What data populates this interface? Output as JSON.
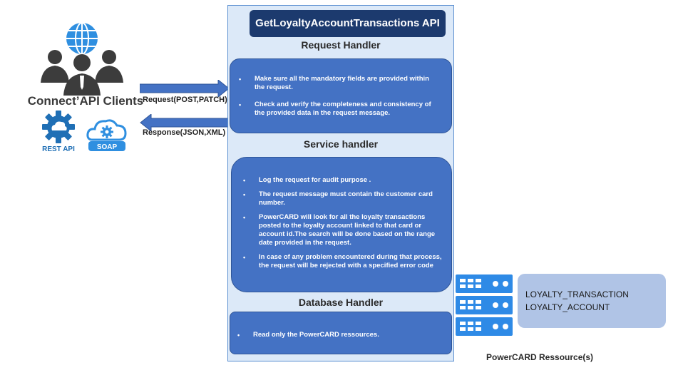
{
  "clients": {
    "title": "Connect’API Clients",
    "rest_label": "REST API",
    "soap_label": "SOAP"
  },
  "arrows": {
    "request_label": "Request(POST,PATCH)",
    "response_label": "Response(JSON,XML)"
  },
  "api": {
    "title": "GetLoyaltyAccountTransactions API",
    "sections": [
      {
        "title": "Request Handler",
        "bullets": [
          "Make sure all the mandatory fields are provided within the request.",
          "Check and verify the completeness and consistency of the provided data in the request message."
        ]
      },
      {
        "title": "Service handler",
        "bullets": [
          "Log the request for audit purpose .",
          "The request message must contain the customer card number.",
          "PowerCARD will look for all the loyalty transactions posted to the loyalty account linked to that card or account id.The search will be done based on the range date provided in the request.",
          "In case of any problem encountered during that process, the request will be rejected with a specified error code"
        ]
      },
      {
        "title": "Database Handler",
        "bullets": [
          "Read only the PowerCARD ressources."
        ]
      }
    ]
  },
  "database": {
    "tables": [
      "LOYALTY_TRANSACTION",
      "LOYALTY_ACCOUNT"
    ],
    "caption": "PowerCARD Ressource(s)"
  },
  "colors": {
    "panel_bg": "#dce9f8",
    "box_bg": "#4472c4",
    "title_bg": "#1c3a6e",
    "arrow": "#4472c4",
    "db_icon": "#2e8ae6",
    "db_box": "#b0c4e6"
  }
}
